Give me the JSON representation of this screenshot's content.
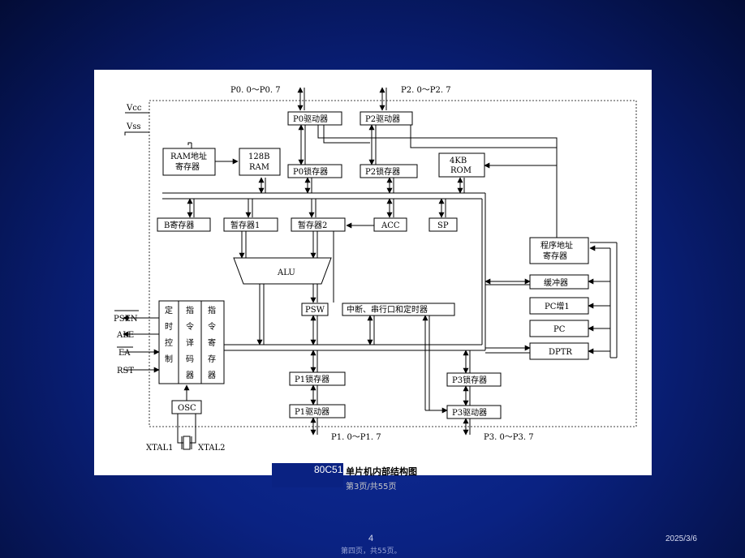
{
  "figure": {
    "pins": {
      "p0_bus": "P0. 0～P0. 7",
      "p2_bus": "P2. 0～P2. 7",
      "p1_bus": "P1. 0～P1. 7",
      "p3_bus": "P3. 0～P3. 7",
      "vcc": "Vcc",
      "vss": "Vss",
      "psen": "PSEN",
      "ale": "ALE",
      "ea": "EA",
      "rst": "RST",
      "xtal1": "XTAL1",
      "xtal2": "XTAL2"
    },
    "blocks": {
      "p0_driver": "P0驱动器",
      "p2_driver": "P2驱动器",
      "ram_addr_1": "RAM地址",
      "ram_addr_2": "寄存器",
      "ram_128b_1": "128B",
      "ram_128b_2": "RAM",
      "p0_latch": "P0锁存器",
      "p2_latch": "P2锁存器",
      "rom_1": "4KB",
      "rom_2": "ROM",
      "b_reg": "B寄存器",
      "tmp1": "暂存器1",
      "tmp2": "暂存器2",
      "acc": "ACC",
      "sp": "SP",
      "alu": "ALU",
      "psw": "PSW",
      "interrupt": "中断、串行口和定时器",
      "pc_addr_1": "程序地址",
      "pc_addr_2": "寄存器",
      "buffer": "缓冲器",
      "pc_inc": "PC增1",
      "pc": "PC",
      "dptr": "DPTR",
      "timing_ctrl": [
        "定",
        "时",
        "控",
        "制"
      ],
      "instr_decoder": [
        "指",
        "令",
        "译",
        "码",
        "器"
      ],
      "instr_register": [
        "指",
        "令",
        "寄",
        "存",
        "器"
      ],
      "osc": "OSC",
      "p1_latch": "P1锁存器",
      "p1_driver": "P1驱动器",
      "p3_latch": "P3锁存器",
      "p3_driver": "P3驱动器"
    }
  },
  "overlay_text": "80C51",
  "caption": "单片机内部结构图",
  "page_note": "第3页/共55页",
  "slide_number": "4",
  "footer_note": "第四页，共55页。",
  "date": "2025/3/6"
}
